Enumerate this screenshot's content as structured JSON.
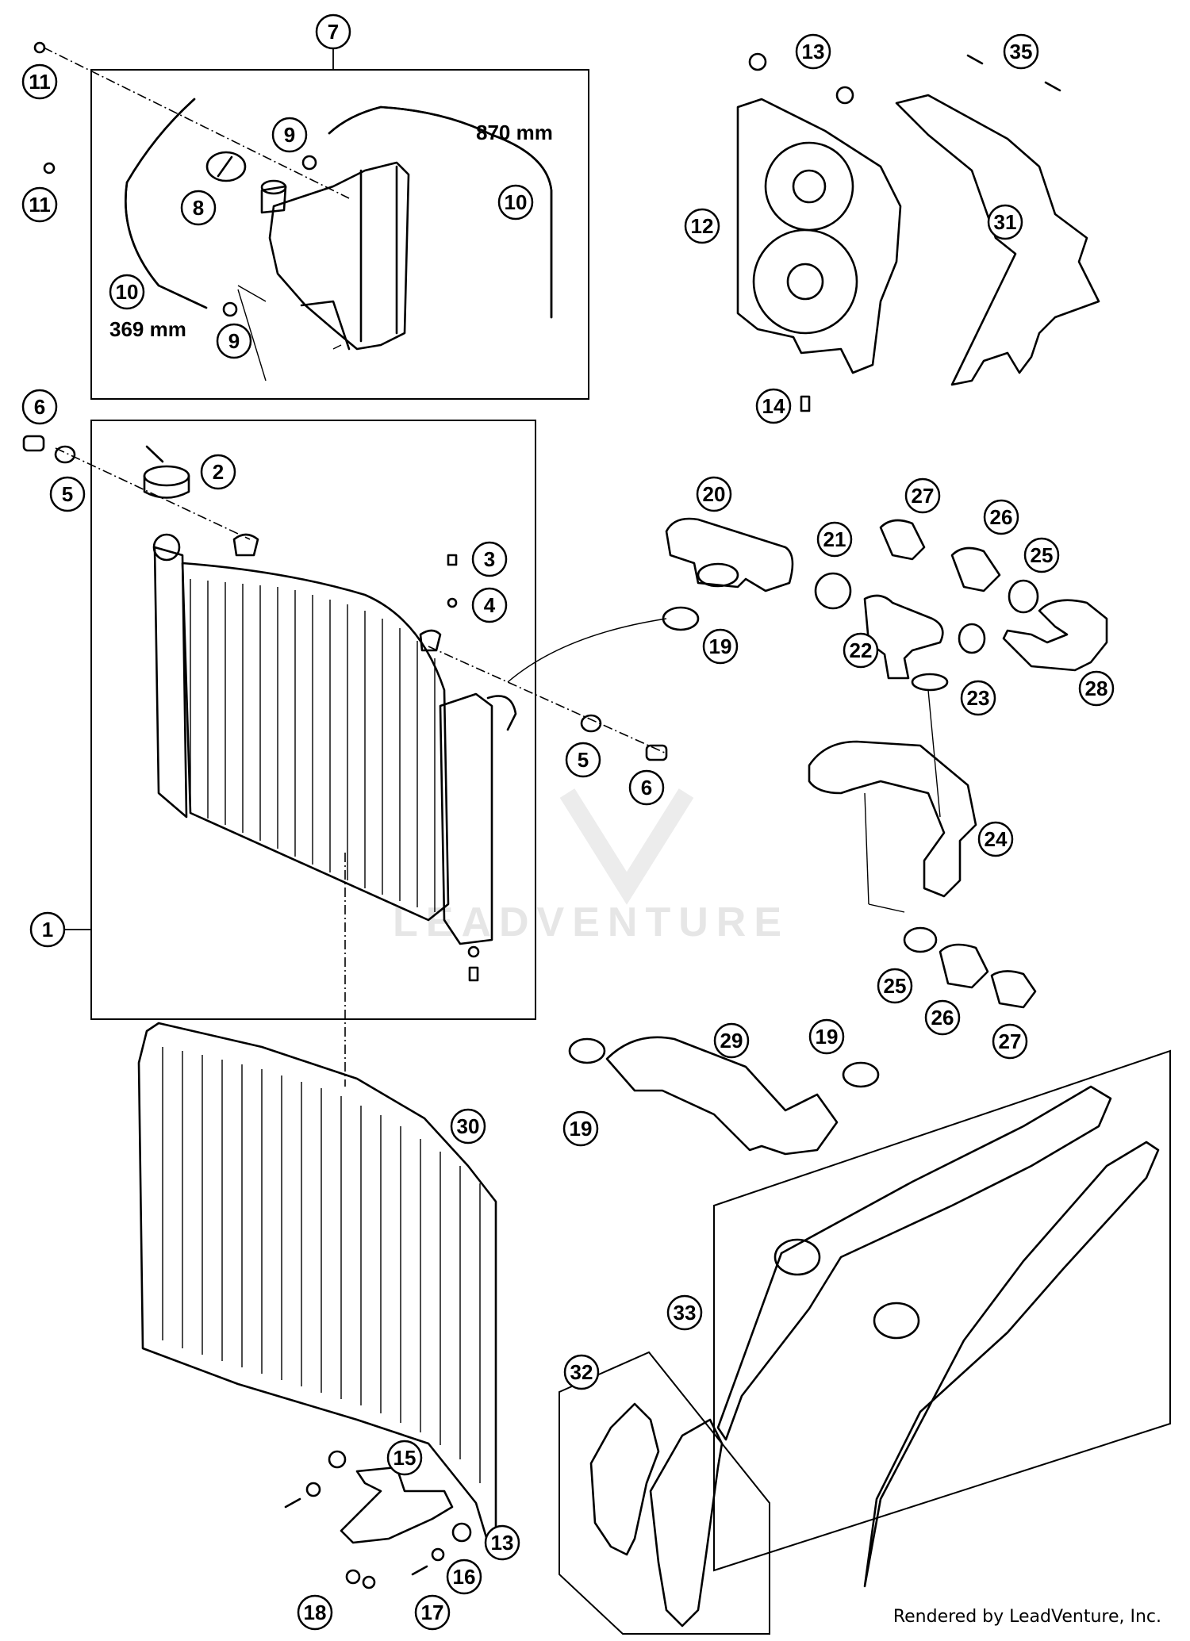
{
  "diagram": {
    "callouts": [
      {
        "id": "c7",
        "label": "7"
      },
      {
        "id": "c11a",
        "label": "11"
      },
      {
        "id": "c11b",
        "label": "11"
      },
      {
        "id": "c9a",
        "label": "9"
      },
      {
        "id": "c8",
        "label": "8"
      },
      {
        "id": "c10a",
        "label": "10"
      },
      {
        "id": "c10b",
        "label": "10"
      },
      {
        "id": "c9b",
        "label": "9"
      },
      {
        "id": "c6a",
        "label": "6"
      },
      {
        "id": "c5a",
        "label": "5"
      },
      {
        "id": "c2",
        "label": "2"
      },
      {
        "id": "c3",
        "label": "3"
      },
      {
        "id": "c4",
        "label": "4"
      },
      {
        "id": "c5b",
        "label": "5"
      },
      {
        "id": "c6b",
        "label": "6"
      },
      {
        "id": "c1",
        "label": "1"
      },
      {
        "id": "c13a",
        "label": "13"
      },
      {
        "id": "c35",
        "label": "35"
      },
      {
        "id": "c12",
        "label": "12"
      },
      {
        "id": "c31",
        "label": "31"
      },
      {
        "id": "c14",
        "label": "14"
      },
      {
        "id": "c20",
        "label": "20"
      },
      {
        "id": "c27a",
        "label": "27"
      },
      {
        "id": "c26a",
        "label": "26"
      },
      {
        "id": "c21",
        "label": "21"
      },
      {
        "id": "c25a",
        "label": "25"
      },
      {
        "id": "c19a",
        "label": "19"
      },
      {
        "id": "c22",
        "label": "22"
      },
      {
        "id": "c23",
        "label": "23"
      },
      {
        "id": "c28",
        "label": "28"
      },
      {
        "id": "c24",
        "label": "24"
      },
      {
        "id": "c25b",
        "label": "25"
      },
      {
        "id": "c26b",
        "label": "26"
      },
      {
        "id": "c27b",
        "label": "27"
      },
      {
        "id": "c29",
        "label": "29"
      },
      {
        "id": "c19b",
        "label": "19"
      },
      {
        "id": "c19c",
        "label": "19"
      },
      {
        "id": "c30",
        "label": "30"
      },
      {
        "id": "c33",
        "label": "33"
      },
      {
        "id": "c32",
        "label": "32"
      },
      {
        "id": "c15",
        "label": "15"
      },
      {
        "id": "c13b",
        "label": "13"
      },
      {
        "id": "c16",
        "label": "16"
      },
      {
        "id": "c17",
        "label": "17"
      },
      {
        "id": "c18",
        "label": "18"
      }
    ],
    "dimensions": {
      "hose_long": "870 mm",
      "hose_short": "369 mm"
    },
    "watermark": "LEADVENTURE",
    "credit": "Rendered by LeadVenture, Inc."
  }
}
